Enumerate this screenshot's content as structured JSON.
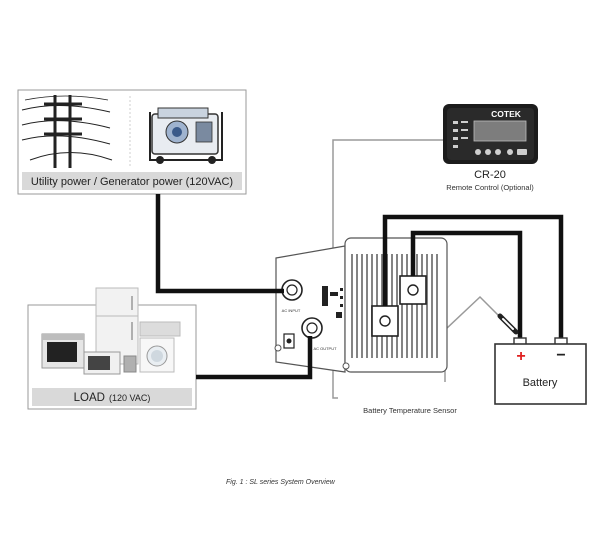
{
  "utility_panel": {
    "caption": "Utility power / Generator power (120VAC)"
  },
  "load_panel": {
    "caption_main": "LOAD",
    "caption_detail": "(120 VAC)"
  },
  "remote": {
    "brand": "COTEK",
    "title": "CR-20",
    "subtitle": "Remote Control (Optional)"
  },
  "inverter": {
    "ac_input_label": "AC INPUT",
    "ac_output_label": "AC OUTPUT"
  },
  "battery": {
    "label": "Battery",
    "plus_symbol": "+",
    "minus_symbol": "−"
  },
  "sensor_label": "Battery Temperature Sensor",
  "figure_caption": "Fig. 1 : SL series System Overview",
  "colors": {
    "cable": "#111111",
    "thin_wire": "#9a9a9a",
    "caption_bar": "#d9d9d9",
    "plus": "#e02020"
  }
}
